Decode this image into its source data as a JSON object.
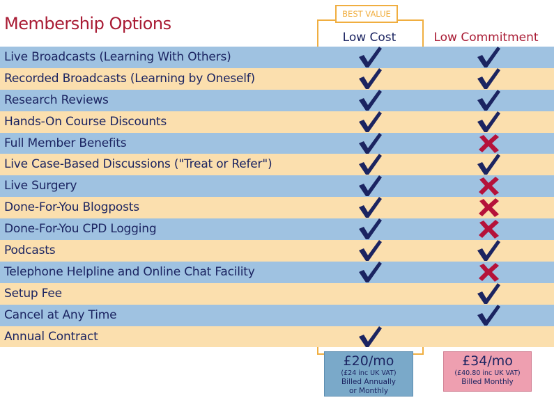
{
  "title": "Membership Options",
  "badge": "BEST VALUE",
  "columns": {
    "low_cost": "Low Cost",
    "low_commitment": "Low Commitment"
  },
  "colors": {
    "title": "#a91b34",
    "text": "#1b2461",
    "row_blue": "#9fc2e1",
    "row_tan": "#fbdfae",
    "badge": "#f0ae40",
    "check": "#1b2461",
    "cross": "#b5123a"
  },
  "rows": [
    {
      "label": "Live Broadcasts (Learning With Others)",
      "low_cost": "check",
      "low_commitment": "check"
    },
    {
      "label": "Recorded Broadcasts (Learning by Oneself)",
      "low_cost": "check",
      "low_commitment": "check"
    },
    {
      "label": "Research Reviews",
      "low_cost": "check",
      "low_commitment": "check"
    },
    {
      "label": "Hands-On Course Discounts",
      "low_cost": "check",
      "low_commitment": "check"
    },
    {
      "label": "Full Member Benefits",
      "low_cost": "check",
      "low_commitment": "cross"
    },
    {
      "label": "Live Case-Based Discussions (\"Treat or Refer\")",
      "low_cost": "check",
      "low_commitment": "check"
    },
    {
      "label": "Live Surgery",
      "low_cost": "check",
      "low_commitment": "cross"
    },
    {
      "label": "Done-For-You Blogposts",
      "low_cost": "check",
      "low_commitment": "cross"
    },
    {
      "label": "Done-For-You CPD Logging",
      "low_cost": "check",
      "low_commitment": "cross"
    },
    {
      "label": "Podcasts",
      "low_cost": "check",
      "low_commitment": "check"
    },
    {
      "label": "Telephone Helpline and Online Chat Facility",
      "low_cost": "check",
      "low_commitment": "cross"
    },
    {
      "label": "Setup Fee",
      "low_cost": "none",
      "low_commitment": "check"
    },
    {
      "label": "Cancel at Any Time",
      "low_cost": "none",
      "low_commitment": "check"
    },
    {
      "label": "Annual Contract",
      "low_cost": "check",
      "low_commitment": "none"
    }
  ],
  "pricing": {
    "low_cost": {
      "amount": "£20/mo",
      "vat": "(£24 inc UK VAT)",
      "billing_line1": "Billed Annually",
      "billing_line2": "or Monthly"
    },
    "low_commitment": {
      "amount": "£34/mo",
      "vat": "(£40.80 inc UK VAT)",
      "billing_line1": "Billed Monthly"
    }
  }
}
